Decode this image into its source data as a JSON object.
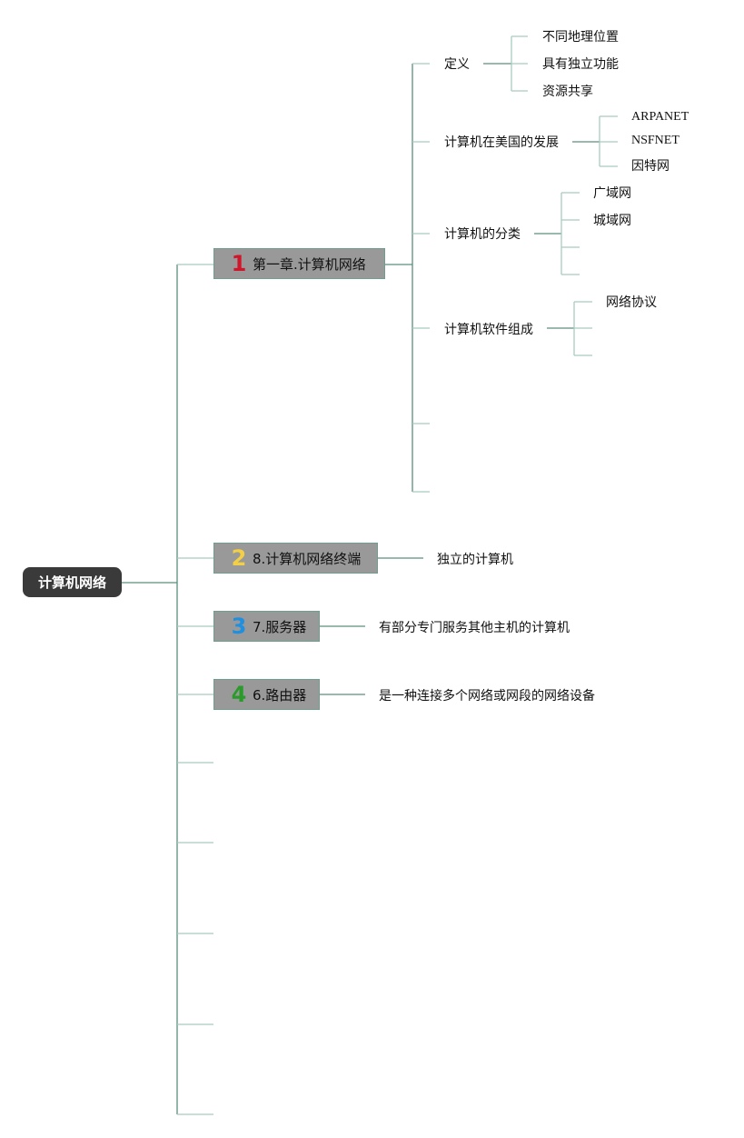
{
  "root": {
    "label": "计算机网络"
  },
  "topics": [
    {
      "number": "1",
      "number_color": "#d0162b",
      "label": "第一章.计算机网络"
    },
    {
      "number": "2",
      "number_color": "#f2cf45",
      "label": "8.计算机网络终端"
    },
    {
      "number": "3",
      "number_color": "#1f8fe0",
      "label": "7.服务器"
    },
    {
      "number": "4",
      "number_color": "#2a9a2a",
      "label": "6.路由器"
    }
  ],
  "chapter1": {
    "children": [
      {
        "label": "定义",
        "children": [
          "不同地理位置",
          "具有独立功能",
          "资源共享"
        ]
      },
      {
        "label": "计算机在美国的发展",
        "children": [
          "ARPANET",
          "NSFNET",
          "因特网"
        ]
      },
      {
        "label": "计算机的分类",
        "children": [
          "广域网",
          "城域网"
        ]
      },
      {
        "label": "计算机软件组成",
        "children": [
          "网络协议"
        ]
      }
    ]
  },
  "notes": {
    "terminal": "独立的计算机",
    "server": "有部分专门服务其他主机的计算机",
    "router": "是一种连接多个网络或网段的网络设备"
  },
  "colors": {
    "line_dark": "#5a8f7b",
    "line_light": "#a9cbbf"
  }
}
